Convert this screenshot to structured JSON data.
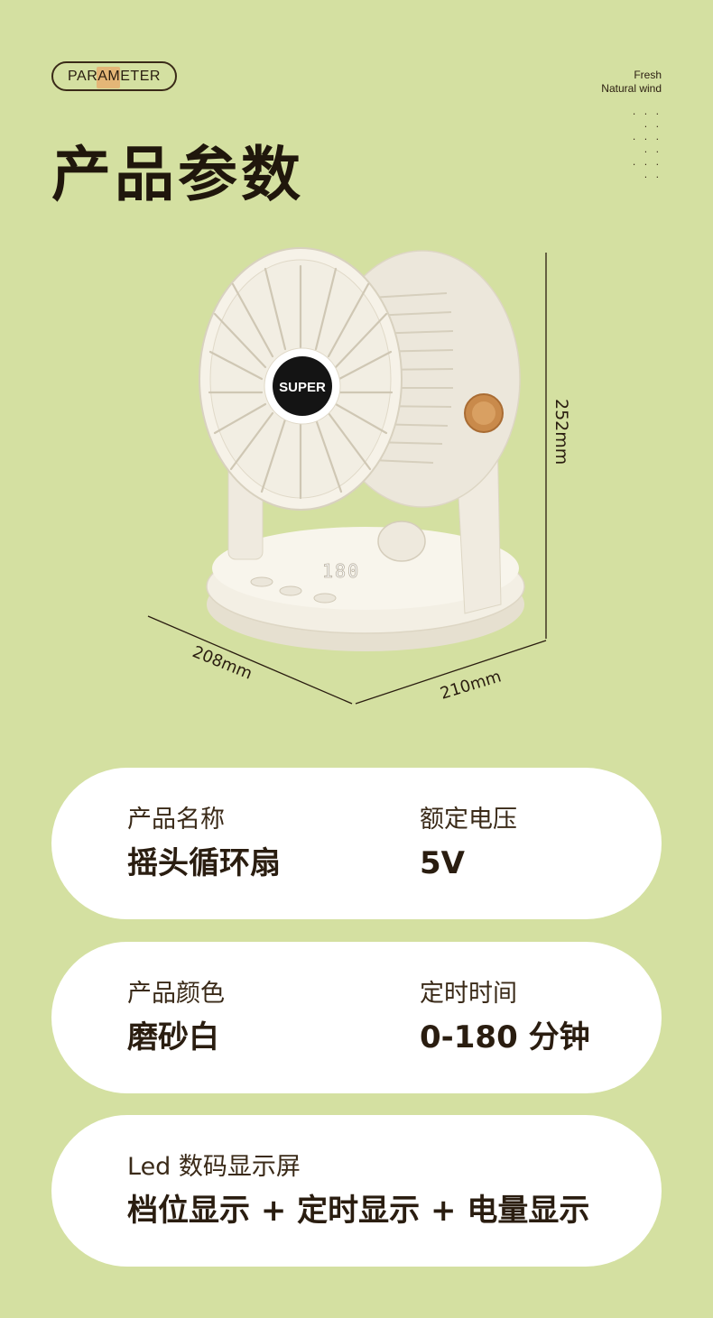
{
  "header": {
    "badge_label": "PARAMETER",
    "tagline_line1": "Fresh",
    "tagline_line2": "Natural wind",
    "dots": ". . . . .\n. . . . .\n. . . . ."
  },
  "page_title": "产品参数",
  "product": {
    "logo_text": "SUPER",
    "display_text": "180",
    "dimension_height": "252mm",
    "dimension_depth": "208mm",
    "dimension_width": "210mm",
    "colors": {
      "body": "#f3efe4",
      "accent_knob": "#c98a4b",
      "background": "#d4e0a1"
    }
  },
  "specs": [
    {
      "label": "产品名称",
      "value": "摇头循环扇"
    },
    {
      "label": "额定电压",
      "value": "5V"
    },
    {
      "label": "产品颜色",
      "value": "磨砂白"
    },
    {
      "label": "定时时间",
      "value": "0-180 分钟"
    },
    {
      "label": "Led 数码显示屏",
      "value": "档位显示 + 定时显示 + 电量显示"
    }
  ]
}
